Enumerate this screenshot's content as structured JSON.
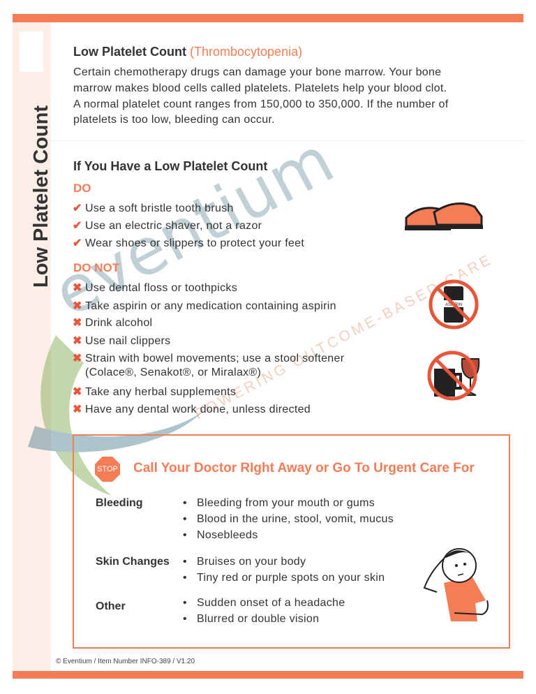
{
  "sidebar_title": "Low Platelet Count",
  "intro": {
    "title": "Low Platelet Count",
    "title_accent": "(Thrombocytopenia)",
    "lines": [
      "Certain chemotherapy drugs can damage your bone marrow.  Your bone",
      "marrow makes blood cells called platelets.  Platelets help your blood clot.",
      "A normal platelet count ranges from 150,000 to 350,000.  If the number of",
      "platelets is too low, bleeding can occur."
    ]
  },
  "section": {
    "title": "If You Have a Low Platelet Count",
    "do_label": "DO",
    "do_items": [
      "Use a soft bristle tooth brush",
      "Use an electric shaver, not a razor",
      "Wear shoes or slippers to protect your feet"
    ],
    "dont_label": "DO NOT",
    "dont_items": [
      "Use dental floss or toothpicks",
      "Take aspirin or any medication containing aspirin",
      "Drink alcohol",
      "Use nail clippers",
      "Strain with bowel movements; use a stool softener",
      "(Colace®, Senakot®, or Miralax®)",
      "Take any herbal supplements",
      "Have any dental work done, unless directed"
    ],
    "check_glyph": "✔",
    "x_glyph": "✖",
    "aspirin_label": "ASPIRIN"
  },
  "urgent": {
    "stop_label": "STOP",
    "title": "Call Your Doctor RIght Away or Go To Urgent Care For",
    "groups": [
      {
        "label": "Bleeding",
        "items": [
          "Bleeding from your mouth or gums",
          "Blood in the urine, stool, vomit, mucus",
          "Nosebleeds"
        ]
      },
      {
        "label": "Skin Changes",
        "items": [
          "Bruises on your body",
          "Tiny red or purple spots on your skin"
        ]
      },
      {
        "label": "Other",
        "items": [
          "Sudden onset of a headache",
          "Blurred or double vision"
        ]
      }
    ]
  },
  "watermark": {
    "brand": "eventium",
    "tagline": "POWERING OUTCOME-BASED CARE"
  },
  "footer": "© Eventium / Item Number INFO-389 / V1.20",
  "colors": {
    "accent": "#f47c56",
    "sidebar": "#fdeee8"
  }
}
